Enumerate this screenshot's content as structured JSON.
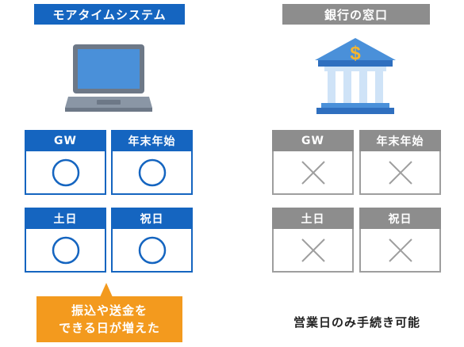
{
  "left": {
    "title": "モアタイムシステム",
    "cards": [
      {
        "label": "GW",
        "mark": "circle-icon"
      },
      {
        "label": "年末年始",
        "mark": "circle-icon"
      },
      {
        "label": "土日",
        "mark": "circle-icon"
      },
      {
        "label": "祝日",
        "mark": "circle-icon"
      }
    ],
    "callout": {
      "line1": "振込や送金を",
      "line2": "できる日が増えた"
    }
  },
  "right": {
    "title": "銀行の窓口",
    "cards": [
      {
        "label": "GW",
        "mark": "cross-icon"
      },
      {
        "label": "年末年始",
        "mark": "cross-icon"
      },
      {
        "label": "土日",
        "mark": "cross-icon"
      },
      {
        "label": "祝日",
        "mark": "cross-icon"
      }
    ],
    "note": "営業日のみ手続き可能"
  },
  "colors": {
    "blue": "#1565c0",
    "gray": "#8d8d8d",
    "orange": "#f39a1e",
    "gold": "#f5b52e"
  },
  "icons": {
    "left": "laptop-icon",
    "right": "bank-icon"
  }
}
